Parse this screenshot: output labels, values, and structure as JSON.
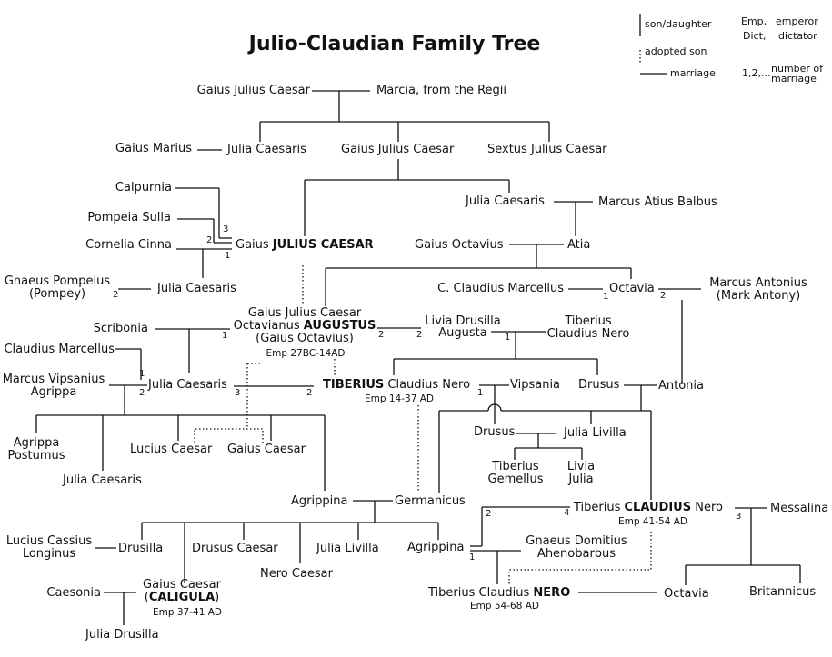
{
  "title": "Julio-Claudian Family Tree",
  "legend": {
    "son_daughter": "son/daughter",
    "adopted_son": "adopted son",
    "marriage": "marriage",
    "emp_abbr": "Emp,",
    "emp_word": "emperor",
    "dict_abbr": "Dict,",
    "dict_word": "dictator",
    "num_marriage_key": "1,2,...",
    "num_marriage_line1": "number of",
    "num_marriage_line2": "marriage"
  },
  "people": {
    "gjc_elder": "Gaius Julius Caesar",
    "marcia": "Marcia, from the Regii",
    "gaius_marius": "Gaius Marius",
    "julia_c1": "Julia Caesaris",
    "gjc_father": "Gaius Julius Caesar",
    "sextus": "Sextus Julius Caesar",
    "calpurnia": "Calpurnia",
    "pompeia": "Pompeia Sulla",
    "cornelia": "Cornelia Cinna",
    "jc_prefix": "Gaius ",
    "jc_name": "JULIUS CAESAR",
    "julia_c2": "Julia Caesaris",
    "m_atius": "Marcus Atius Balbus",
    "g_octavius": "Gaius Octavius",
    "atia": "Atia",
    "pompey_line1": "Gnaeus Pompeius",
    "pompey_line2": "(Pompey)",
    "julia_c3": "Julia Caesaris",
    "c_marcellus": "C. Claudius Marcellus",
    "octavia_minor": "Octavia",
    "antony_line1": "Marcus Antonius",
    "antony_line2": "(Mark Antony)",
    "aug_line1": "Gaius Julius Caesar",
    "aug_line2_prefix": "Octavianus ",
    "aug_line2_name": "AUGUSTUS",
    "aug_line3": "(Gaius Octavius)",
    "aug_reign": "Emp 27BC-14AD",
    "livia_line1": "Livia Drusilla",
    "livia_line2": "Augusta",
    "tib_nero_line1": "Tiberius",
    "tib_nero_line2": "Claudius Nero",
    "scribonia": "Scribonia",
    "cl_marcellus": "Claudius Marcellus",
    "agrippa_line1": "Marcus Vipsanius",
    "agrippa_line2": "Agrippa",
    "julia_elder": "Julia Caesaris",
    "tib_name": "TIBERIUS",
    "tib_suffix": " Claudius Nero",
    "tib_reign": "Emp 14-37 AD",
    "vipsania": "Vipsania",
    "drusus_elder": "Drusus",
    "antonia": "Antonia",
    "drusus_younger": "Drusus",
    "julia_livilla1": "Julia Livilla",
    "agr_post_line1": "Agrippa",
    "agr_post_line2": "Postumus",
    "lucius_caesar": "Lucius Caesar",
    "gaius_caesar": "Gaius Caesar",
    "julia_younger": "Julia Caesaris",
    "gemellus_line1": "Tiberius",
    "gemellus_line2": "Gemellus",
    "livia_julia_line1": "Livia",
    "livia_julia_line2": "Julia",
    "agrippina_elder": "Agrippina",
    "germanicus": "Germanicus",
    "claudius_prefix": "Tiberius ",
    "claudius_name": "CLAUDIUS",
    "claudius_suffix": " Nero",
    "claudius_reign": "Emp 41-54 AD",
    "messalina": "Messalina",
    "longinus_line1": "Lucius Cassius",
    "longinus_line2": "Longinus",
    "drusilla": "Drusilla",
    "drusus_caesar": "Drusus Caesar",
    "julia_livilla2": "Julia Livilla",
    "agrippina_younger": "Agrippina",
    "ahenobarbus_line1": "Gnaeus Domitius",
    "ahenobarbus_line2": "Ahenobarbus",
    "nero_caesar": "Nero Caesar",
    "caesonia": "Caesonia",
    "caligula_line1": "Gaius Caesar",
    "caligula_open": "(",
    "caligula_name": "CALIGULA",
    "caligula_close": ")",
    "caligula_reign": "Emp 37-41 AD",
    "nero_prefix": "Tiberius Claudius ",
    "nero_name": "NERO",
    "nero_reign": "Emp 54-68 AD",
    "octavia_claudia": "Octavia",
    "britannicus": "Britannicus",
    "julia_drusilla": "Julia Drusilla"
  },
  "marriage_numbers": {
    "jc_calpurnia": "3",
    "jc_pompeia": "2",
    "jc_cornelia": "1",
    "pompey_julia": "2",
    "marcellus_octavia": "1",
    "antony_octavia": "2",
    "aug_scribonia": "1",
    "aug_livia": "2",
    "livia_aug": "2",
    "livia_tib_nero": "1",
    "julia_marcellus": "1",
    "julia_agrippa": "2",
    "julia_tiberius": "3",
    "tiberius_julia": "2",
    "tiberius_vipsania": "1",
    "claudius_agrippina": "4",
    "agrippina_claudius": "2",
    "claudius_messalina": "3",
    "agrippina_ahenobarbus": "1"
  }
}
